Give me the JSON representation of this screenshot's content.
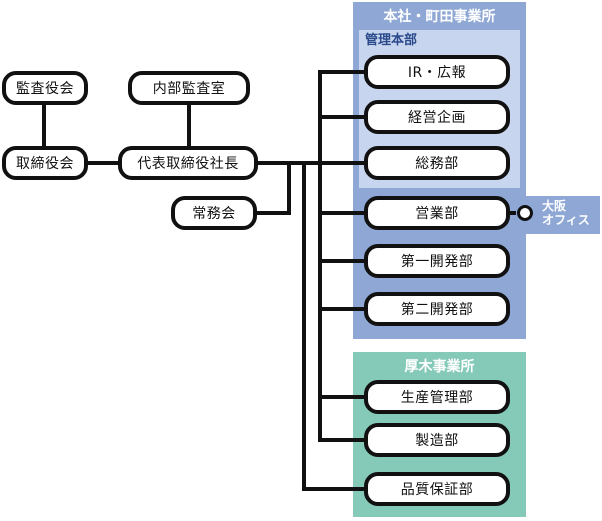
{
  "regions": {
    "honsha": {
      "title": "本社・町田事業所",
      "bg": "#8ea7d5"
    },
    "kanri": {
      "title": "管理本部",
      "bg": "#c8d5ee"
    },
    "atsugi": {
      "title": "厚木事業所",
      "bg": "#85c9b9"
    }
  },
  "nodes": {
    "kansayakukai": "監査役会",
    "torishimariyakukai": "取締役会",
    "naibukansashitsu": "内部監査室",
    "shacho": "代表取締役社長",
    "jomukai": "常務会",
    "ir_koho": "IR・広報",
    "keiei_kikaku": "経営企画",
    "somubu": "総務部",
    "eigyobu": "営業部",
    "dai1_kaihatsu": "第一開発部",
    "dai2_kaihatsu": "第二開発部",
    "seisan_kanri": "生産管理部",
    "seizobu": "製造部",
    "hinshitsu_hosho": "品質保証部"
  },
  "osaka": {
    "line1": "大阪",
    "line2": "オフィス"
  },
  "colors": {
    "line": "#111111",
    "box_border": "#111111"
  }
}
